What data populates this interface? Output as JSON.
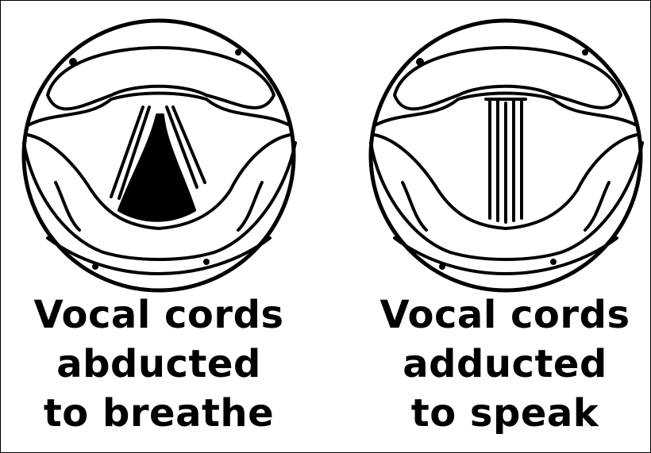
{
  "panels": [
    {
      "lines": [
        "Vocal cords",
        "abducted",
        "to breathe"
      ],
      "glottis_state": "open"
    },
    {
      "lines": [
        "Vocal cords",
        "adducted",
        "to speak"
      ],
      "glottis_state": "closed"
    }
  ],
  "colors": {
    "ink": "#000000",
    "paper": "#ffffff"
  }
}
